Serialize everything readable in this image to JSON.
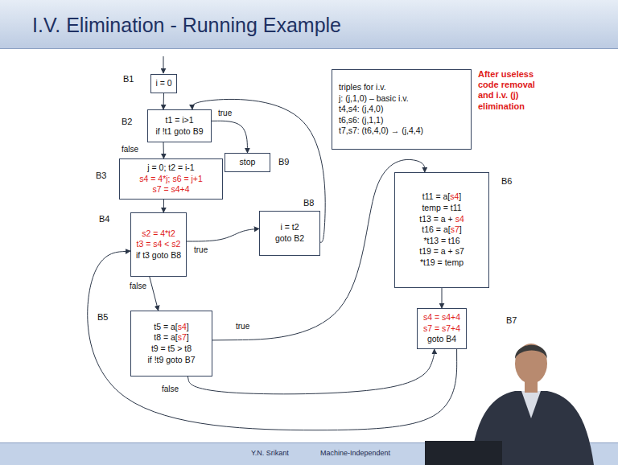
{
  "diagram": {
    "title": "I.V. Elimination - Running Example",
    "nodes": [
      {
        "text": [
          "B1",
          "i = 0"
        ]
      },
      {
        "text": [
          "B2",
          "t1 = i>1",
          "if !t1 goto B9"
        ]
      },
      {
        "text": [
          "B9",
          "stop"
        ]
      },
      {
        "text": [
          "triples for i.v.",
          "j: (j,1,0) – basic i.v.",
          "t4,s4: (j,4,0)",
          "t6,s6: (j,1,1)",
          "t7,s7: (t6,4,0) → (j,4,4)"
        ]
      },
      {
        "text": [
          "B3",
          "j = 0; t2 = i-1",
          "s4 = 4*j; s6 = j+1",
          "s7 = s4+4"
        ]
      },
      {
        "text": [
          "B8",
          "i = t2",
          "goto B2"
        ]
      },
      {
        "text": [
          "B4",
          "s2 = 4*t2",
          "t3 = s4 < s2",
          "if t3 goto B8"
        ]
      },
      {
        "text": [
          "B6",
          "t11 = a[s4]",
          "temp = t11",
          "t13 = a + s4",
          "t16 = a[s7]",
          "*t13 = t16",
          "t19 = a + s7",
          "*t19 = temp"
        ]
      },
      {
        "text": [
          "B5",
          "t5 = a[s4]",
          "t8 = a[s7]",
          "t9 = t5 > t8",
          "if !t9 goto B7"
        ]
      },
      {
        "text": [
          "B7",
          "s4 = s4+4",
          "s7 = s7+4",
          "goto B4"
        ]
      }
    ],
    "edges": [
      {
        "from": 0,
        "to": 1,
        "arrow": "to"
      },
      {
        "from": 1,
        "to": 2,
        "label": "true",
        "arrow": "to"
      },
      {
        "from": 1,
        "to": 4,
        "label": "false",
        "arrow": "to"
      },
      {
        "from": 4,
        "to": 6,
        "arrow": "to"
      },
      {
        "from": 6,
        "to": 5,
        "label": "true",
        "arrow": "to"
      },
      {
        "from": 6,
        "to": 8,
        "label": "false",
        "arrow": "to"
      },
      {
        "from": 8,
        "to": 7,
        "label": "true",
        "arrow": "to"
      },
      {
        "from": 8,
        "to": 9,
        "label": "false",
        "arrow": "to"
      },
      {
        "from": 7,
        "to": 9,
        "arrow": "to"
      },
      {
        "from": 9,
        "to": 6,
        "arrow": "to"
      },
      {
        "from": 5,
        "to": 1,
        "arrow": "to"
      }
    ],
    "labels": [
      "After useless code removal and i.v. (j) elimination",
      "Y.N. Srikant",
      "Machine-Independent"
    ]
  }
}
